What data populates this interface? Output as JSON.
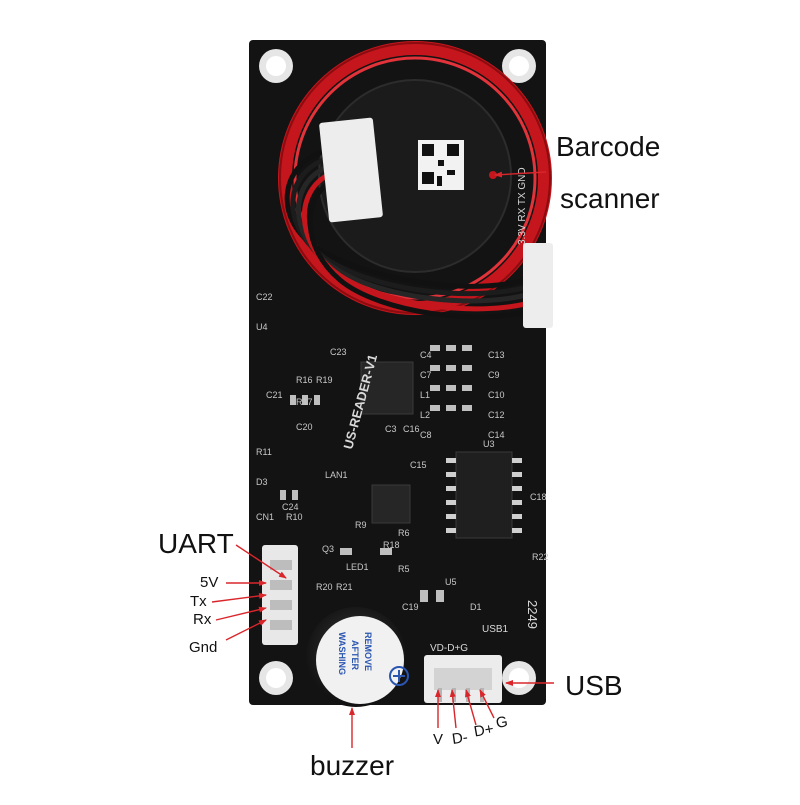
{
  "labels": {
    "barcode_line1": "Barcode",
    "barcode_line2": "scanner",
    "uart": "UART",
    "uart_pins": [
      "5V",
      "Tx",
      "Rx",
      "Gnd"
    ],
    "usb": "USB",
    "usb_pins": [
      "V",
      "D-",
      "D+",
      "G"
    ],
    "buzzer": "buzzer"
  },
  "board_text": {
    "module_name": "US-READER-V1",
    "usb_header": "USB1",
    "usb_pin_row": "VD-D+G",
    "code": "2249",
    "buzzer_sticker": [
      "REMOVE",
      "AFTER",
      "WASHING"
    ],
    "top_right_silk": "3.3V RX TX GND",
    "mid_labels": [
      "C4",
      "C7",
      "C13",
      "L1",
      "C9",
      "L2",
      "C10",
      "C8",
      "C12",
      "C14",
      "C16",
      "C15",
      "C3",
      "U3",
      "C18",
      "R22",
      "R18",
      "R6",
      "R5",
      "R9",
      "R10",
      "C24",
      "CN1",
      "C21",
      "R11",
      "D3",
      "R16",
      "R17",
      "R19",
      "C20",
      "C22",
      "U4",
      "C23",
      "U5",
      "R20",
      "R21",
      "Q3",
      "LED1",
      "C19",
      "LAN1",
      "D1"
    ]
  },
  "colors": {
    "pcb": "#131313",
    "arrow": "#d9262b",
    "coil": "#c4161c",
    "silk": "#d9d9d9"
  }
}
